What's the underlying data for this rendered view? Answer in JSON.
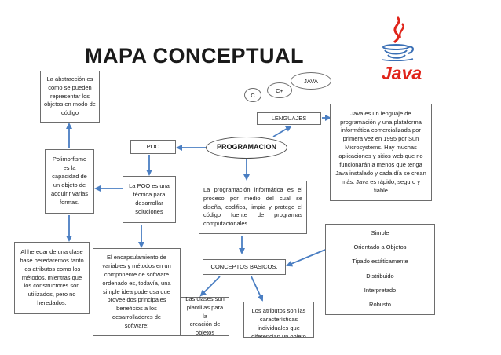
{
  "title": "MAPA CONCEPTUAL",
  "logo": {
    "icon": "java-coffee-cup-logo",
    "text": "Java",
    "colors": {
      "cup": "#3a6fb5",
      "steam": "#e0251b",
      "text": "#e0251b"
    }
  },
  "central": "PROGRAMACION",
  "nodes": {
    "abstraccion": "La abstracción es\ncomo se pueden\nrepresentar los\nobjetos en modo de\ncódigo",
    "java_bubble": "JAVA",
    "cplus_bubble": "C+",
    "c_bubble": "C",
    "lenguajes": "LENGUAJES",
    "java_desc": "Java es un lenguaje de\nprogramación y una plataforma\ninformática comercializada por\nprimera vez en 1995 por Sun\nMicrosystems. Hay muchas\naplicaciones y sitios web que no\nfuncionarán a menos que tenga\nJava instalado y cada día se crean\nmás. Java es rápido, seguro y\nfiable",
    "poo": "POO",
    "polimorfismo": "Polimorfismo\nes la\ncapacidad de\nun objeto de\nadquirir varias\nformas.",
    "poo_desc": "La POO es una\ntécnica para\ndesarrollar\nsoluciones",
    "programacion_desc": "La programación informática es el proceso por medio del cual se diseña, codifica, limpia y protege el código fuente de programas computacionales.",
    "herencia": "Al heredar de una clase\nbase heredaremos tanto\nlos atributos como los\nmétodos, mientras que\nlos constructores son\nutilizados, pero no\nheredados.",
    "encapsulamiento": "El encapsulamiento de\nvariables y métodos en un\ncomponente de software\nordenado es, todavía, una\nsimple idea poderosa que\nprovee dos principales\nbeneficios a los\ndesarrolladores de\nsoftware:",
    "conceptos": "CONCEPTOS BASICOS.",
    "clases": "Las clases son\nplantillas para la\ncreación de\nobjetos",
    "atributos": "Los atributos son las\ncaracterísticas\nindividuales que\ndiferencian un objeto",
    "java_features": [
      "Simple",
      "Orientado a Objetos",
      "Tipado estáticamente",
      "Distribuido",
      "Interpretado",
      "Robusto"
    ]
  },
  "colors": {
    "arrow": "#4a7ec2",
    "border": "#6d6d6d"
  }
}
